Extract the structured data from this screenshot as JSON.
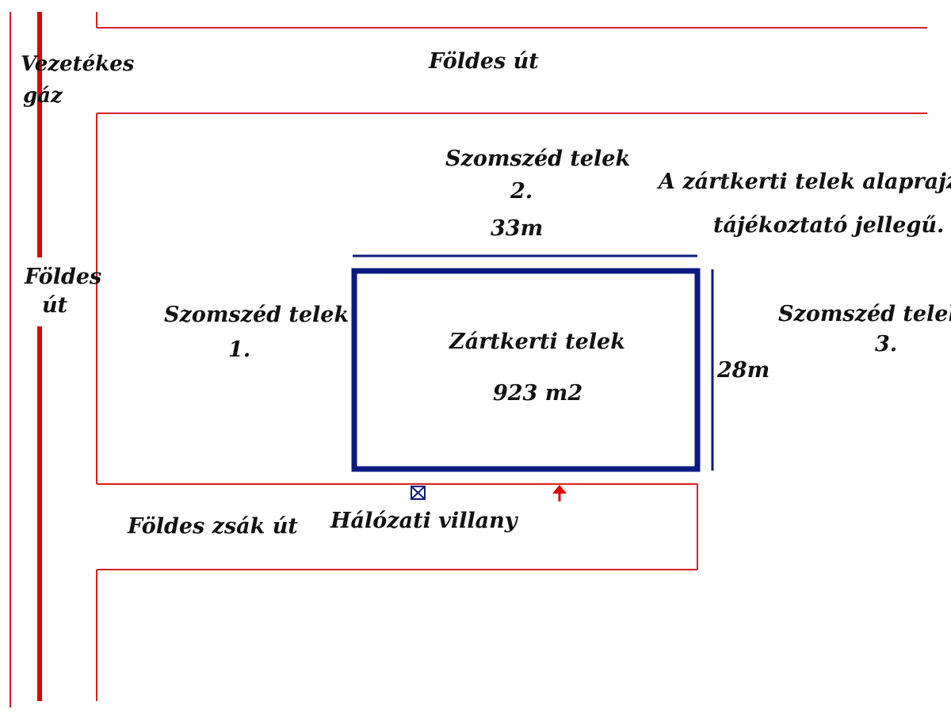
{
  "labels": {
    "gas_line_1": "Vezetékes",
    "gas_line_2": "gáz",
    "road_top": "Földes út",
    "road_left_1": "Földes",
    "road_left_2": "út",
    "neighbor_2_1": "Szomszéd telek",
    "neighbor_2_2": "2.",
    "neighbor_1_1": "Szomszéd telek",
    "neighbor_1_2": "1.",
    "neighbor_3_1": "Szomszéd telek",
    "neighbor_3_2": "3.",
    "width_dim": "33m",
    "height_dim": "28m",
    "note_1": "A zártkerti telek alaprajza",
    "note_2": "tájékoztató jellegű.",
    "plot_name": "Zártkerti telek",
    "plot_area": "923 m2",
    "dead_end_road": "Földes zsák út",
    "electricity": "Hálózati villany"
  },
  "colors": {
    "road_line": "#d42020",
    "gas_line": "#e00000",
    "plot_border": "#0a1a80",
    "text": "#111111"
  },
  "icons": {
    "electricity_box": "boxed-x-icon",
    "entrance_arrow": "red-up-arrow-icon"
  }
}
